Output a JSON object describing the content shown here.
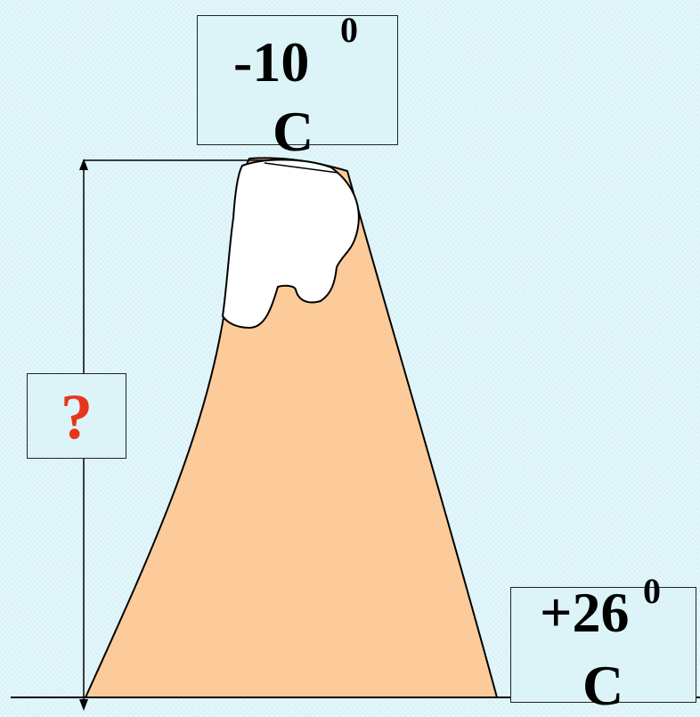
{
  "top_label": {
    "value": "-10",
    "superscript": "0",
    "unit": "C"
  },
  "bottom_label": {
    "value": "+26",
    "superscript": "0",
    "unit": "C"
  },
  "unknown_label": "?",
  "colors": {
    "background": "#d8f2f8",
    "mountain": "#fdcb9a",
    "snow": "#ffffff",
    "question_mark": "#e8361c"
  }
}
